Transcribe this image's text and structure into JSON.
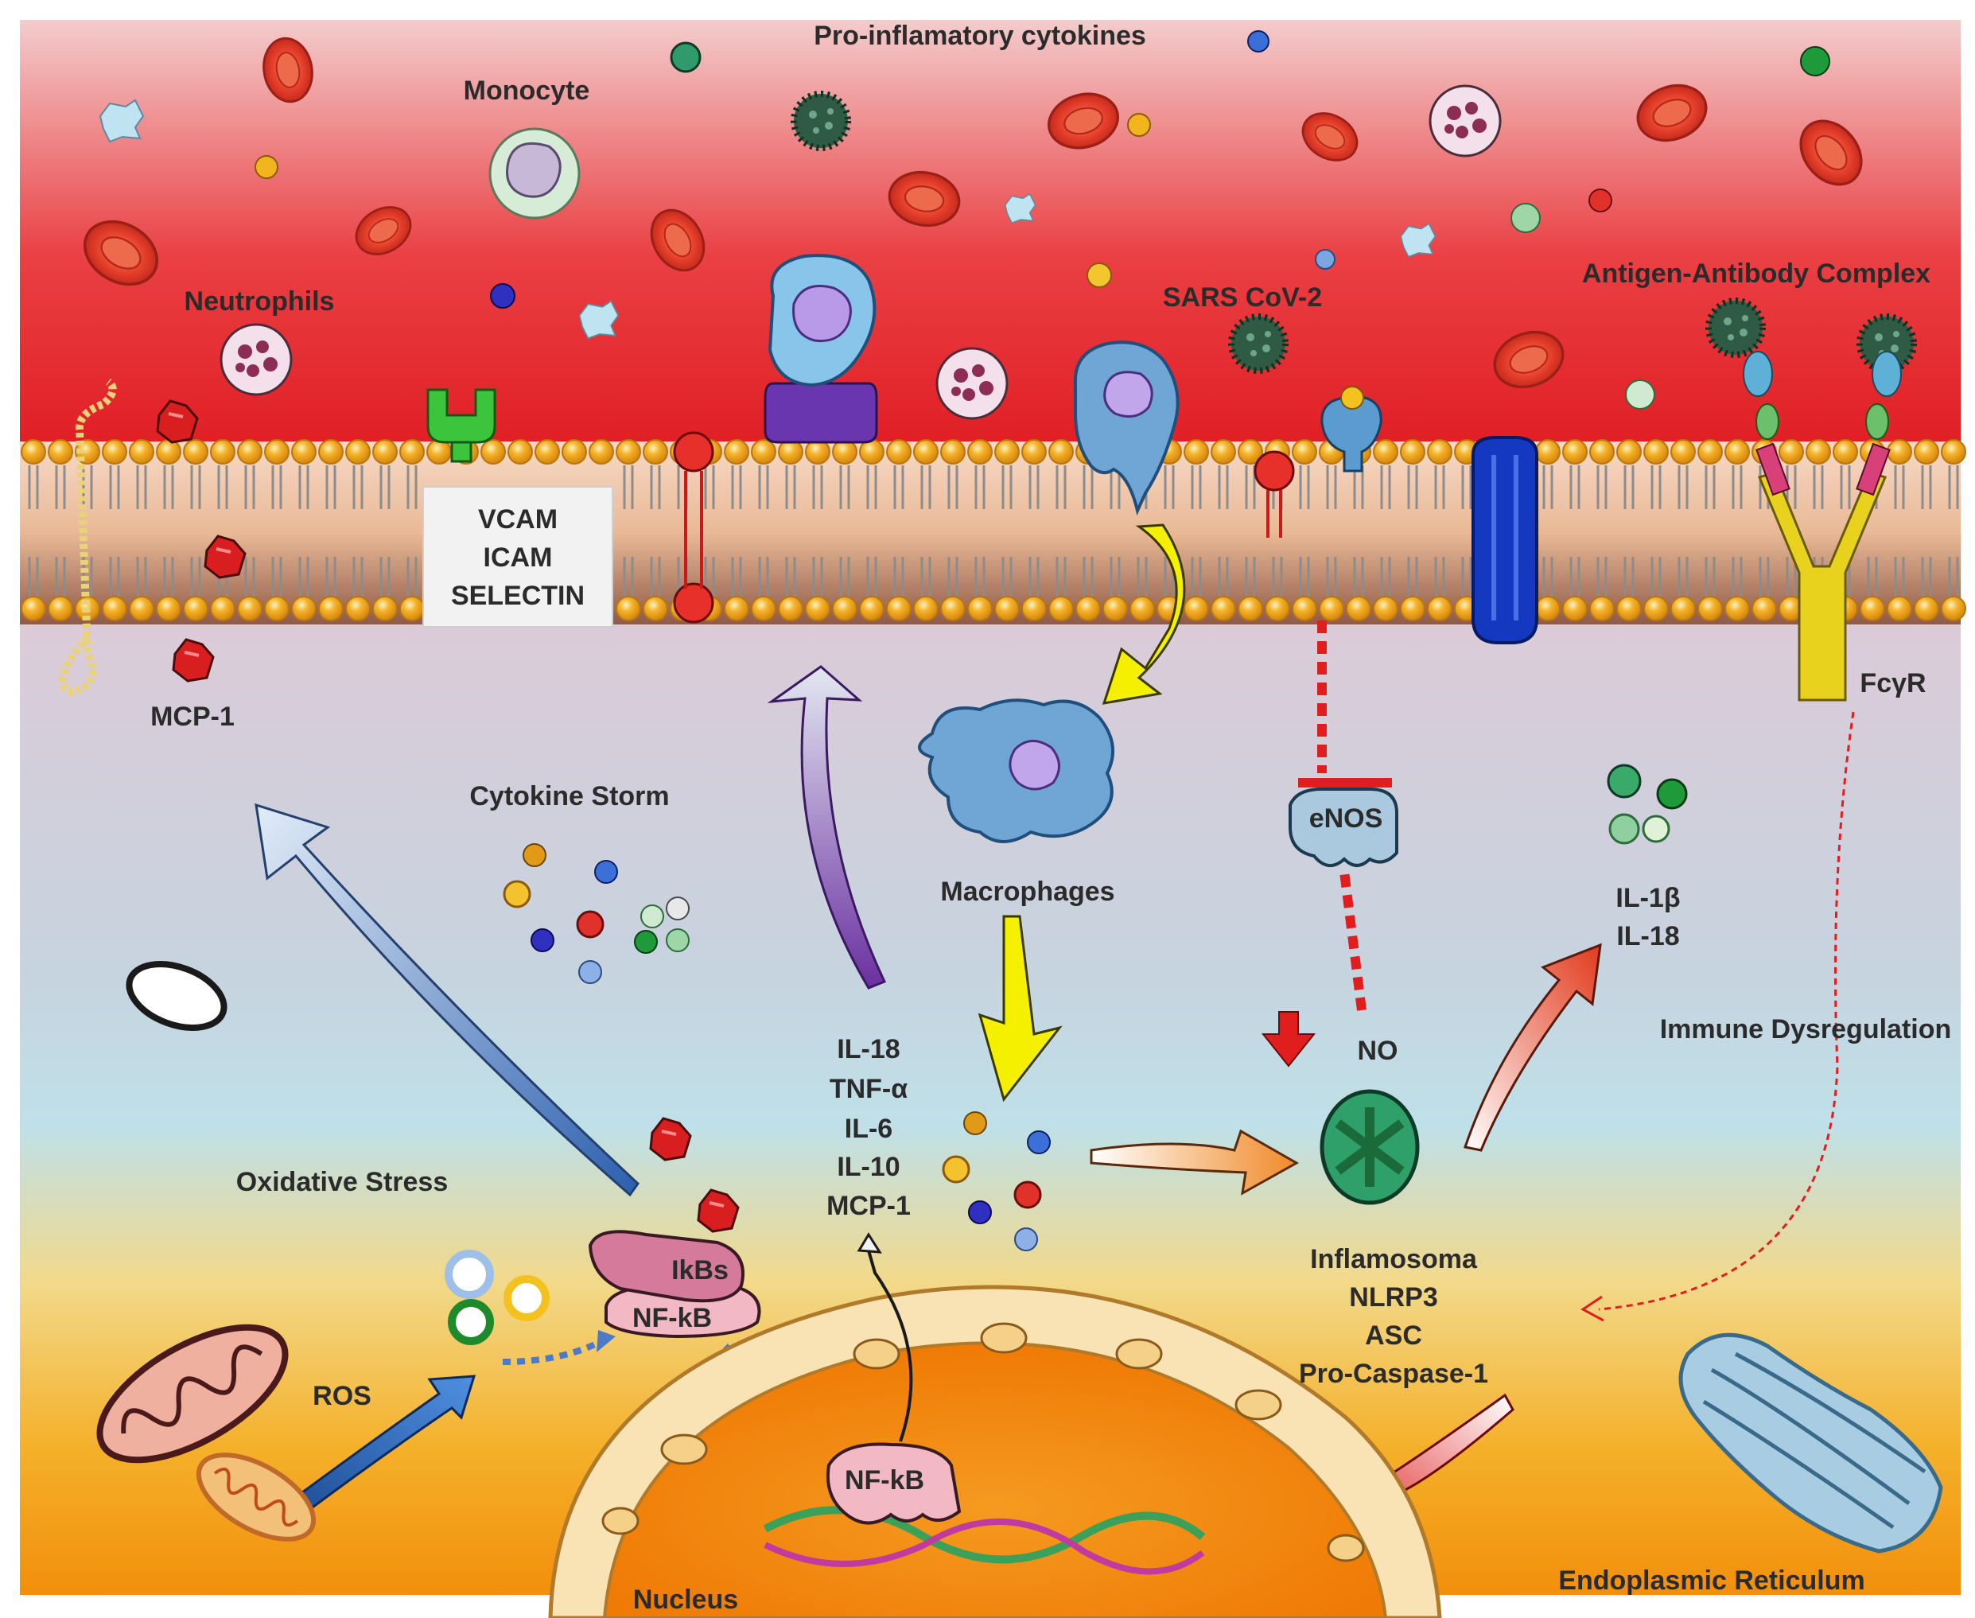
{
  "labels": {
    "pro_inflammatory": "Pro-inflamatory cytokines",
    "monocyte": "Monocyte",
    "neutrophils": "Neutrophils",
    "sars": "SARS CoV-2",
    "antigen_antibody": "Antigen-Antibody Complex",
    "vcam": "VCAM",
    "icam": "ICAM",
    "selectin": "SELECTIN",
    "mcp1_top": "MCP-1",
    "fcyr": "FcγR",
    "cytokine_storm": "Cytokine Storm",
    "macrophages": "Macrophages",
    "enos": "eNOS",
    "il1b": "IL-1β",
    "il18_right": "IL-18",
    "immune_dysregulation": "Immune Dysregulation",
    "no": "NO",
    "il18": "IL-18",
    "tnfa": "TNF-α",
    "il6": "IL-6",
    "il10": "IL-10",
    "mcp1": "MCP-1",
    "oxidative_stress": "Oxidative Stress",
    "ikbs": "IkBs",
    "nfkb_cyto": "NF-kB",
    "nfkb_nucleus": "NF-kB",
    "ros": "ROS",
    "inflamosoma": "Inflamosoma",
    "nlrp3": "NLRP3",
    "asc": "ASC",
    "pro_caspase": "Pro-Caspase-1",
    "nucleus": "Nucleus",
    "er": "Endoplasmic Reticulum"
  },
  "colors": {
    "blood_top": "#f4c9c9",
    "blood_mid": "#e8262a",
    "cyto_top": "#d8c9d6",
    "cyto_mid": "#b9dbe5",
    "cyto_bottom": "#f39a10",
    "lipid_head": "#f2a71f",
    "rbc": "#e8402c",
    "nucleus": "#f07e0a",
    "enos": "#aac9de",
    "inhibit_red": "#e01e1e",
    "blue_arrow": "#3d78c8",
    "yellow_arrow": "#f5f000"
  }
}
